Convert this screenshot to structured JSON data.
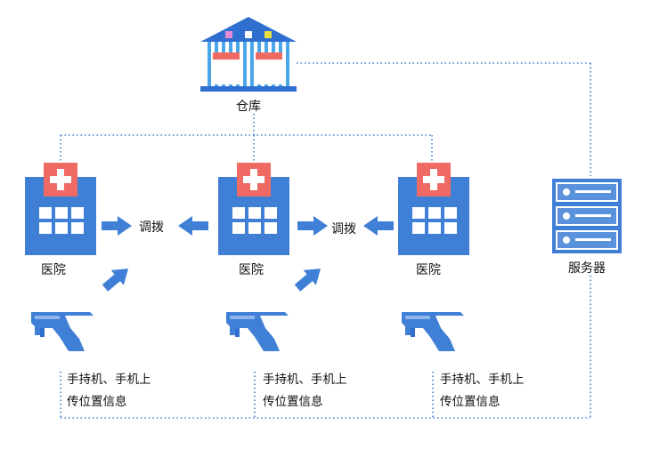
{
  "warehouse": {
    "label": "仓库",
    "icon": "warehouse-icon"
  },
  "hospitals": [
    {
      "label": "医院",
      "icon": "hospital-icon"
    },
    {
      "label": "医院",
      "icon": "hospital-icon"
    },
    {
      "label": "医院",
      "icon": "hospital-icon"
    }
  ],
  "transfers": [
    {
      "label": "调拨"
    },
    {
      "label": "调拨"
    }
  ],
  "server": {
    "label": "服务器",
    "icon": "server-icon"
  },
  "scanners": [
    {
      "line1": "手持机、手机上",
      "line2": "传位置信息",
      "icon": "handheld-scanner-icon"
    },
    {
      "line1": "手持机、手机上",
      "line2": "传位置信息",
      "icon": "handheld-scanner-icon"
    },
    {
      "line1": "手持机、手机上",
      "line2": "传位置信息",
      "icon": "handheld-scanner-icon"
    }
  ],
  "colors": {
    "primary_blue": "#3f7fd6",
    "red_cross_bg": "#f06a64",
    "line": "#3f7fd6"
  }
}
